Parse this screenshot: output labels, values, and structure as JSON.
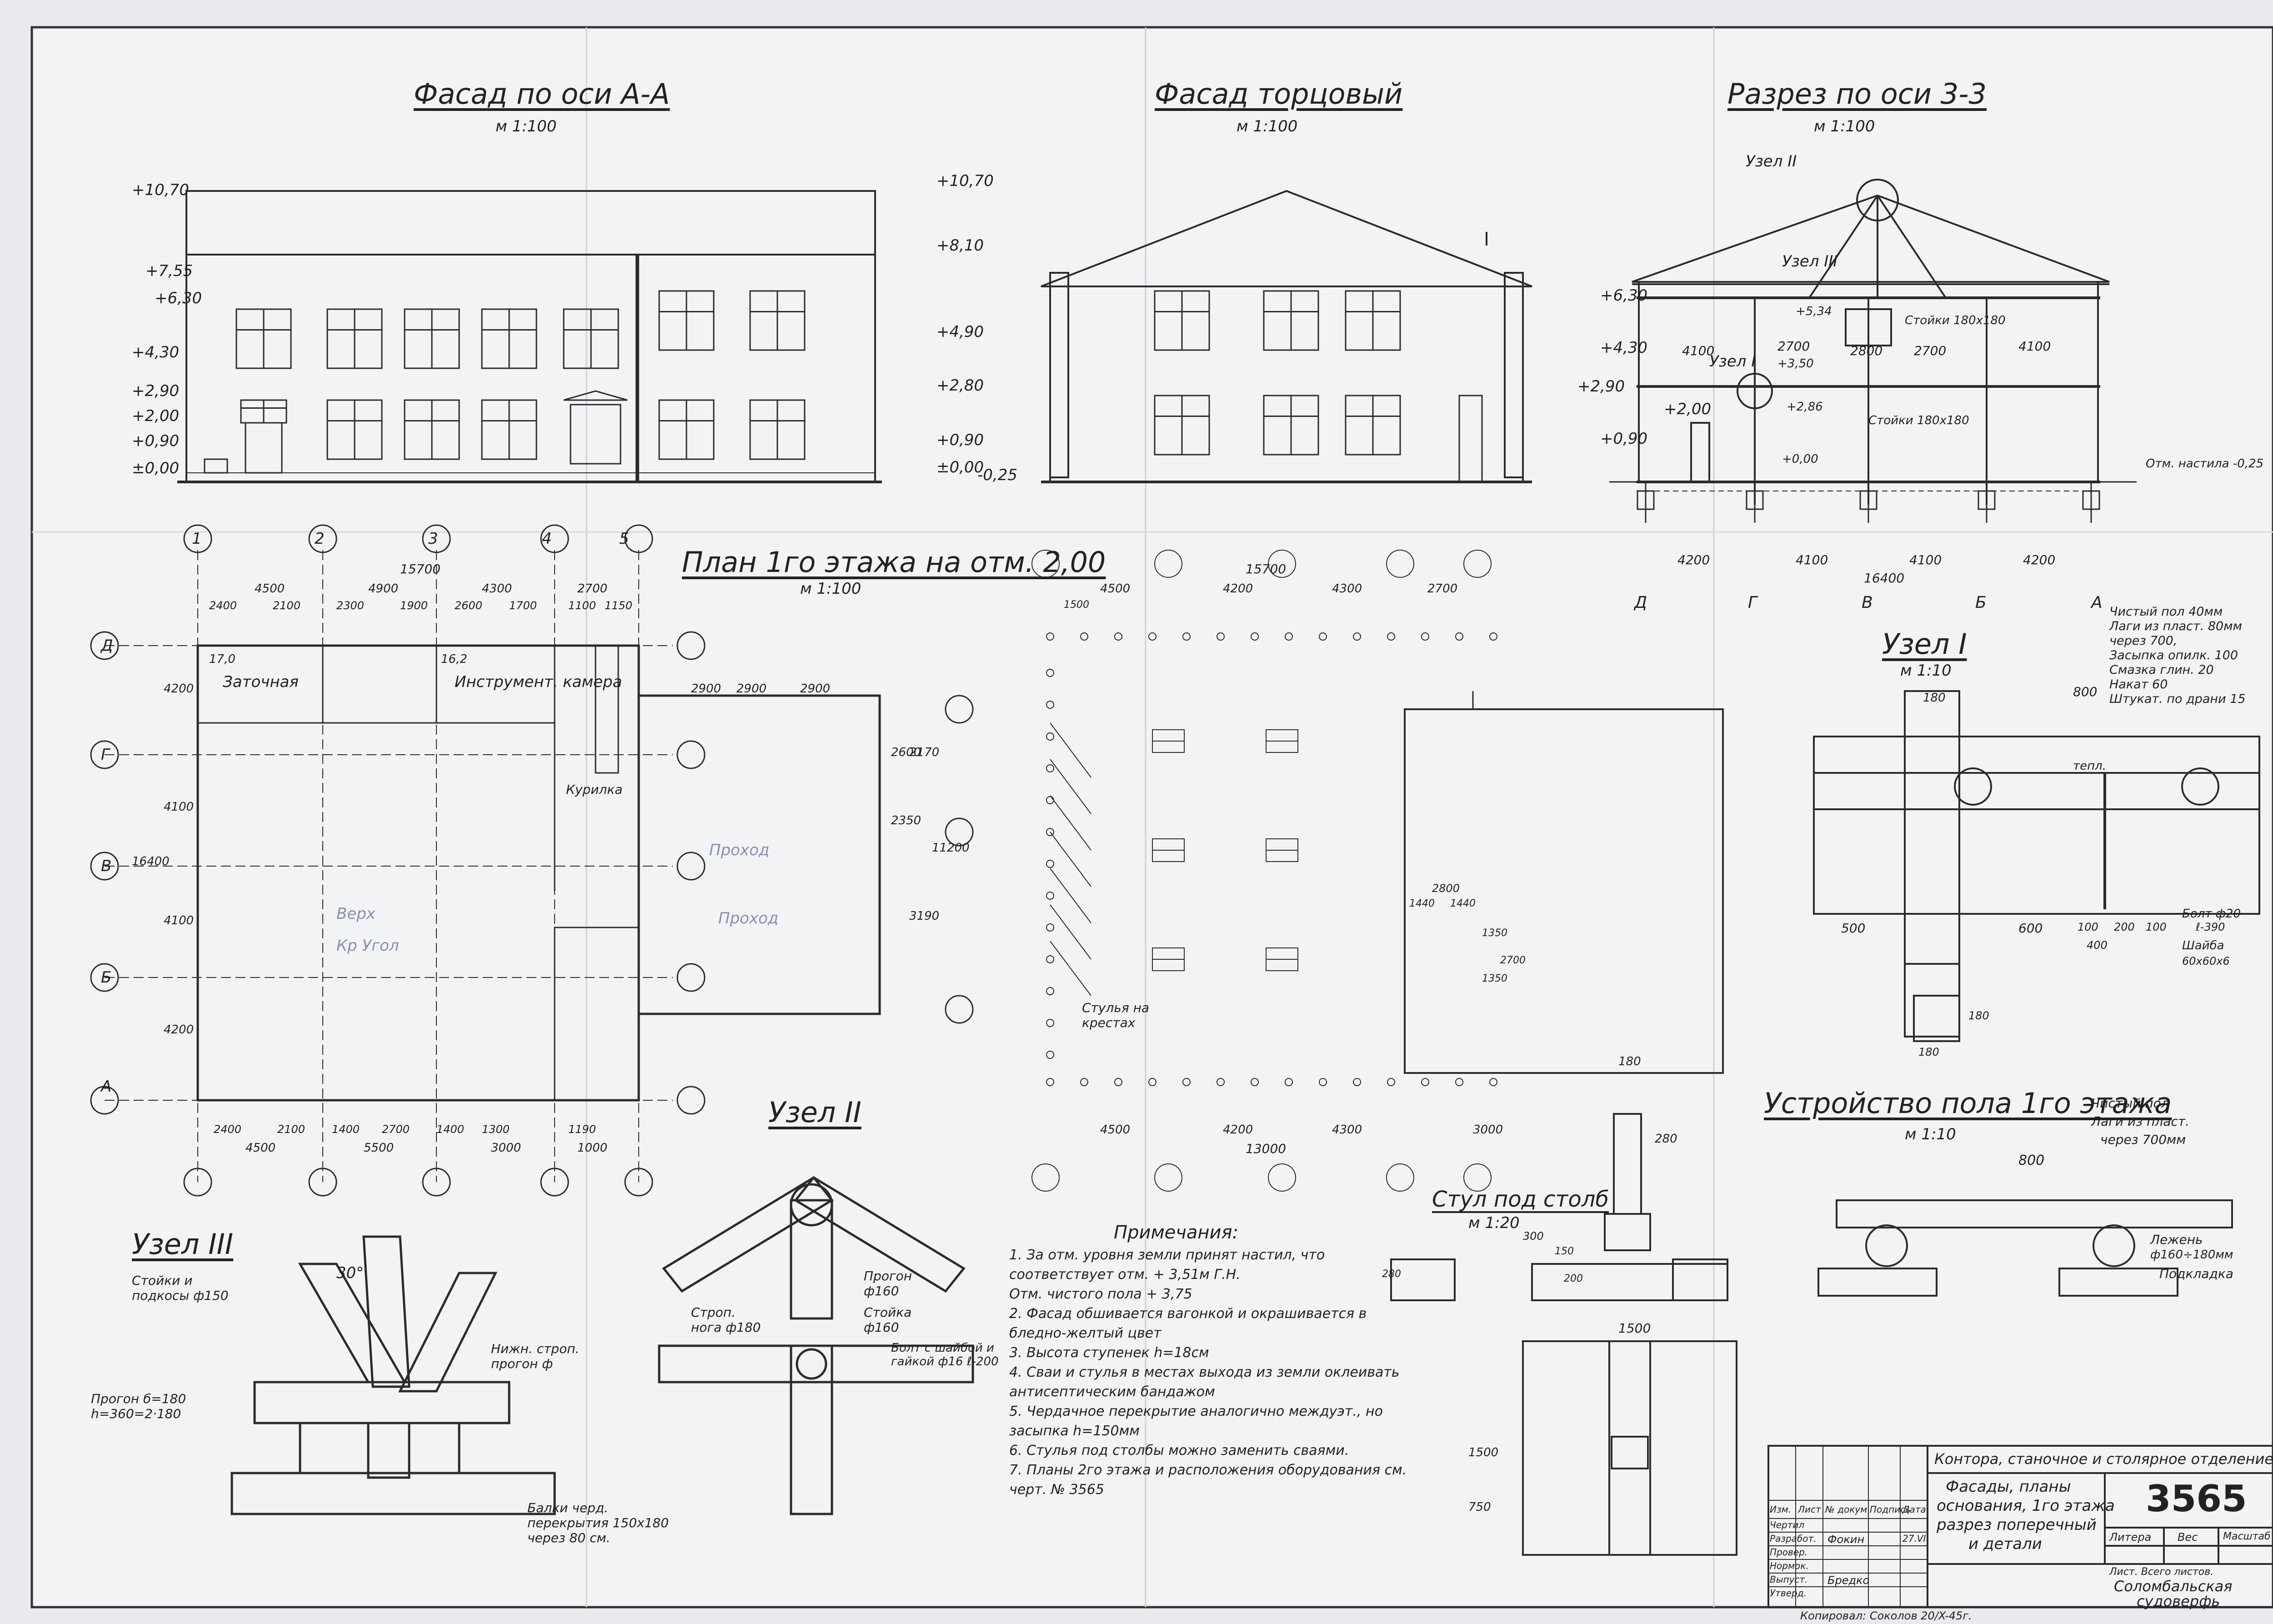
{
  "titles": {
    "facade_aa": "Фасад по оси А-А",
    "facade_end": "Фасад торцовый",
    "section_33": "Разрез по оси 3-3",
    "plan_1": "План 1го этажа на отм. 2,00",
    "uzel_1": "Узел I",
    "uzel_2": "Узел II",
    "uzel_3": "Узел III",
    "floor_device": "Устройство пола 1го этажа",
    "stul": "Стул под столб"
  },
  "scales": {
    "s100": "м 1:100",
    "s10": "м 1:10",
    "s20": "м 1:20"
  },
  "facade_marks": [
    "+10,70",
    "+7,55",
    "+6,30",
    "+4,30",
    "+2,90",
    "+2,00",
    "+0,90",
    "±0,00"
  ],
  "facade_marks_right": [
    "+10,70",
    "+8,10",
    "+4,90",
    "+2,80",
    "+0,90",
    "±0,00",
    "-0,25"
  ],
  "section_marks": [
    "+6,30",
    "+4,30",
    "+2,90",
    "+2,00",
    "+0,90"
  ],
  "section_labels": {
    "uzel2": "Узел II",
    "uzel3": "Узел III",
    "uzel1": "Узел I",
    "stoiki1": "Стойки 180х180",
    "stoiki2": "Стойки 180х180",
    "mark_a": "+3,50",
    "mark_b": "+2,86",
    "mark_c": "+0,00",
    "mark_d": "+5,34",
    "ground": "Отм. настила -0,25"
  },
  "section_dims": [
    "4100",
    "2700",
    "2800",
    "2700",
    "4100"
  ],
  "section_bottom_dims": [
    "4200",
    "4100",
    "4100",
    "4200"
  ],
  "section_total": "16400",
  "section_axes": [
    "Д",
    "Г",
    "В",
    "Б",
    "А"
  ],
  "plan_axes_top": [
    "1",
    "2",
    "3",
    "4",
    "5"
  ],
  "plan_axes_left": [
    "Д",
    "Г",
    "В",
    "Б",
    "А"
  ],
  "plan_total": "15700",
  "plan_dims_top1": [
    "4500",
    "4900",
    "4300",
    "2700"
  ],
  "plan_dims_top2": [
    "2400",
    "2100",
    "2300",
    "1900",
    "2600",
    "1700",
    "1100",
    "1150"
  ],
  "plan_dims_bottom1": [
    "2400",
    "2100",
    "1400",
    "2700",
    "1400",
    "1300",
    "1190"
  ],
  "plan_dims_bottom2": [
    "4500",
    "5500",
    "3000",
    "1000"
  ],
  "plan_rooms": {
    "zatochnaya": "Заточная",
    "instrument": "Инструмент. камера",
    "kurilka": "Курилка",
    "r1": "17,0",
    "r2": "16,2"
  },
  "plan_handwritten": [
    "Верх",
    "Кр Угол",
    "Проход",
    "Проход"
  ],
  "plan_side_dims": [
    "4200",
    "4100",
    "4100",
    "4200",
    "16400"
  ],
  "annex_dims": [
    "2900",
    "2900",
    "2900",
    "2600",
    "2350",
    "2170",
    "3190",
    "11200"
  ],
  "foundation_dims_top": [
    "4500",
    "4200",
    "4300",
    "2700"
  ],
  "foundation_total": "15700",
  "foundation_bottom": [
    "4500",
    "4200",
    "4300",
    "3000"
  ],
  "foundation_bottom_total": "13000",
  "foundation_spacing": "1500",
  "foundation_note": "Стулья на крестах",
  "foundation_dims_small": [
    "2800",
    "1440",
    "1440",
    "1350",
    "1350",
    "2700"
  ],
  "uzel1_layers": [
    "Чистый пол 40мм",
    "Лаги из пласт. 80мм",
    "через 700,",
    "Засыпка опилк. 100",
    "Смазка глин. 20",
    "Накат 60",
    "Штукат. по драни 15"
  ],
  "uzel1_dims": [
    "800",
    "180",
    "500",
    "600",
    "100",
    "200",
    "100",
    "400",
    "180",
    "180"
  ],
  "uzel1_labels": [
    "Болт ф20",
    "ℓ-390",
    "Шайба",
    "60х60х6",
    "тепл."
  ],
  "floor_labels": [
    "Чистый пол",
    "Лаги из пласт.",
    "через 700мм",
    "Лежень",
    "ф160÷180мм",
    "Подкладка"
  ],
  "floor_dims": [
    "800"
  ],
  "stul_dims": [
    "180",
    "280",
    "300",
    "150",
    "200",
    "1500",
    "1500",
    "750",
    "280"
  ],
  "uzel2_labels": [
    "Строп. нога ф180",
    "Прогон ф160",
    "Стойка ф160",
    "Болт с шайбой и гайкой ф16 ℓ-200"
  ],
  "uzel3_labels": [
    "Стойки и подкосы ф150",
    "Нижн. строп. прогон ф",
    "Прогон б=180 h=360=2·180",
    "Балки черд. перекрытия 150х180 через 80 см."
  ],
  "uzel3_angle": "30°",
  "notes_head": "Примечания:",
  "notes": [
    "1. За отм. уровня земли принят настил, что соответствует отм. + 3,51м Г.Н.",
    "    Отм. чистого пола + 3,75",
    "2. Фасад обшивается вагонкой и окрашивается в бледно-желтый цвет",
    "3. Высота ступенек h=18см",
    "4. Сваи и стулья в местах выхода из земли оклеивать антисептическим бандажом",
    "5. Чердачное перекрытие аналогично междуэт., но засыпка h=150мм",
    "6. Стулья под столбы можно заменить сваями.",
    "7. Планы 2го этажа и расположения оборудования см. черт. № 3565"
  ],
  "title_block": {
    "org": "Контора, станочное и столярное отделение",
    "desc1": "Фасады, планы",
    "desc2": "основания, 1го этажа",
    "desc3": "разрез поперечный",
    "desc4": "и детали",
    "number": "3565",
    "col_litera": "Литера",
    "col_ves": "Вес",
    "col_masshtab": "Масштаб",
    "sheets": "Лист.   Всего листов.",
    "company1": "Соломбальская",
    "company2": "судоверфь",
    "rows": [
      "Чертил",
      "Разработ.",
      "Провер.",
      "Нормок.",
      "Выпуст.",
      "Утверд."
    ],
    "head_cells": [
      "Изм.",
      "Лист",
      "№ докум.",
      "Подпись",
      "Дата"
    ],
    "names": [
      "Фокин",
      "Бредко"
    ],
    "date": "27.VI"
  },
  "copied": "Копировал: Соколов  20/X-45г."
}
